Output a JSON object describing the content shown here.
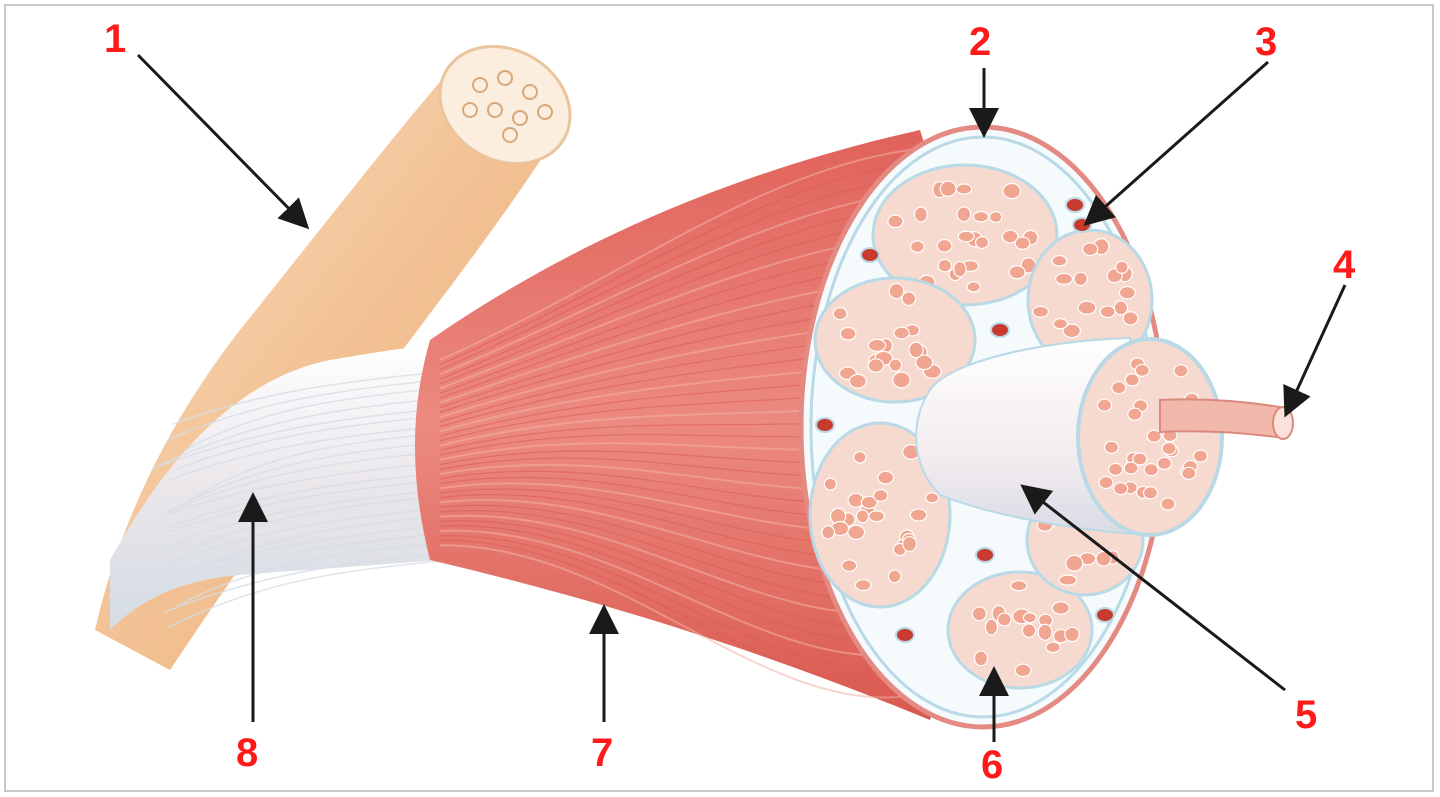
{
  "diagram": {
    "labels": [
      "1",
      "2",
      "3",
      "4",
      "5",
      "6",
      "7",
      "8"
    ],
    "colors": {
      "label": "#ff1a1a",
      "arrow": "#1a1a1a",
      "muscle": "#e8776c",
      "muscle_dark": "#d85a50",
      "tendon": "#f1eeee",
      "bone": "#f3c7a0",
      "fascicle_fill": "#f6d9cf",
      "fiber": "#f0a690",
      "sheath": "#b9d9e6",
      "blood_vessel": "#c83a2e"
    }
  }
}
